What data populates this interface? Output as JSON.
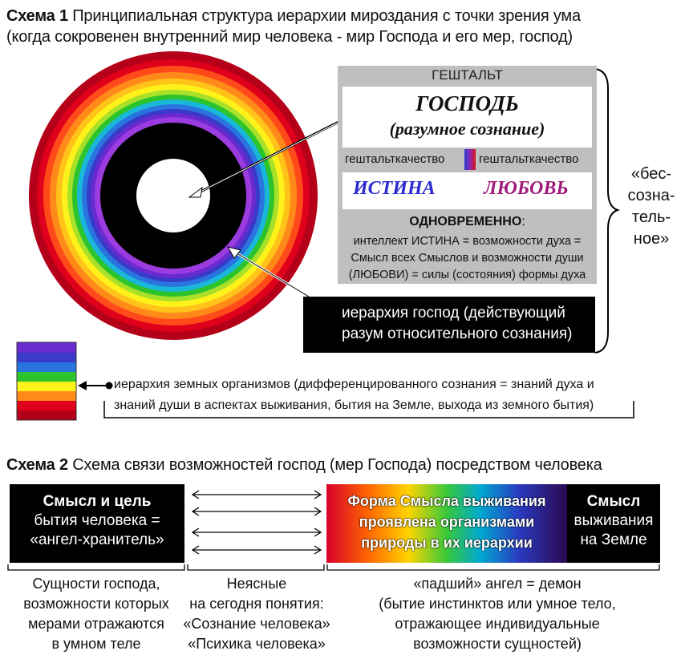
{
  "scheme1": {
    "label": "Схема 1",
    "title_line1": "Принципиальная структура иерархии мироздания с точки зрения ума",
    "title_line2": "(когда сокровенен внутренний мир человека - мир Господа и его мер, господ)",
    "gestalt": "ГЕШТАЛЬТ",
    "gospod": "ГОСПОДЬ",
    "razum": "(разумное сознание)",
    "gq_left": "гештальткачество",
    "gq_right": "гештальткачество",
    "istina": "ИСТИНА",
    "lubov": "ЛЮБОВЬ",
    "odnovremenno": "ОДНОВРЕМЕННО",
    "odnovremenno_colon": ":",
    "intellect_lines": [
      "интеллект ИСТИНА = возможности духа =",
      "Смысл всех Смыслов и возможности души",
      "(ЛЮБОВИ) = силы (состояния) формы духа"
    ],
    "hierarchy_gospod_lines": [
      "иерархия господ (действующий",
      "разум относительного сознания)"
    ],
    "beso_lines": [
      "«бес-",
      "созна-",
      "тель-",
      "ное»"
    ],
    "earth_lines": [
      "иерархия земных организмов (дифференцированного сознания = знаний духа и",
      "знаний души в аспектах выживания, бытия на Земле, выхода из земного бытия)"
    ]
  },
  "scheme2": {
    "label": "Схема 2",
    "title": "Схема связи возможностей господ (мер Господа) посредством человека",
    "box_left_bold": "Смысл и цель",
    "box_left_lines": [
      "бытия человека =",
      "«ангел-хранитель»"
    ],
    "spectrum_lines": [
      "Форма Смысла выживания",
      "проявлена организмами",
      "природы в их иерархии"
    ],
    "box_right_bold": "Смысл",
    "box_right_lines": [
      "выживания",
      "на Земле"
    ],
    "bottom_left_lines": [
      "Сущности господа,",
      "возможности которых",
      "мерами отражаются",
      "в умном теле"
    ],
    "bottom_mid_lines": [
      "Неясные",
      "на сегодня понятия:",
      "«Сознание человека»",
      "«Психика человека»"
    ],
    "bottom_right_lines": [
      "«падший» ангел = демон",
      "(бытие инстинктов или умное тело,",
      "отражающее индивидуальные",
      "возможности сущностей)"
    ]
  },
  "colors": {
    "rainbow": [
      "#b40018",
      "#e0001c",
      "#ff4a1a",
      "#ff8a1a",
      "#ffc31a",
      "#fff21a",
      "#a8e02a",
      "#2cc42c",
      "#1ab8d8",
      "#2a74e0",
      "#3a3ac8",
      "#6a2ad0",
      "#9b3ce0"
    ],
    "core": "#000000",
    "center": "#ffffff"
  }
}
